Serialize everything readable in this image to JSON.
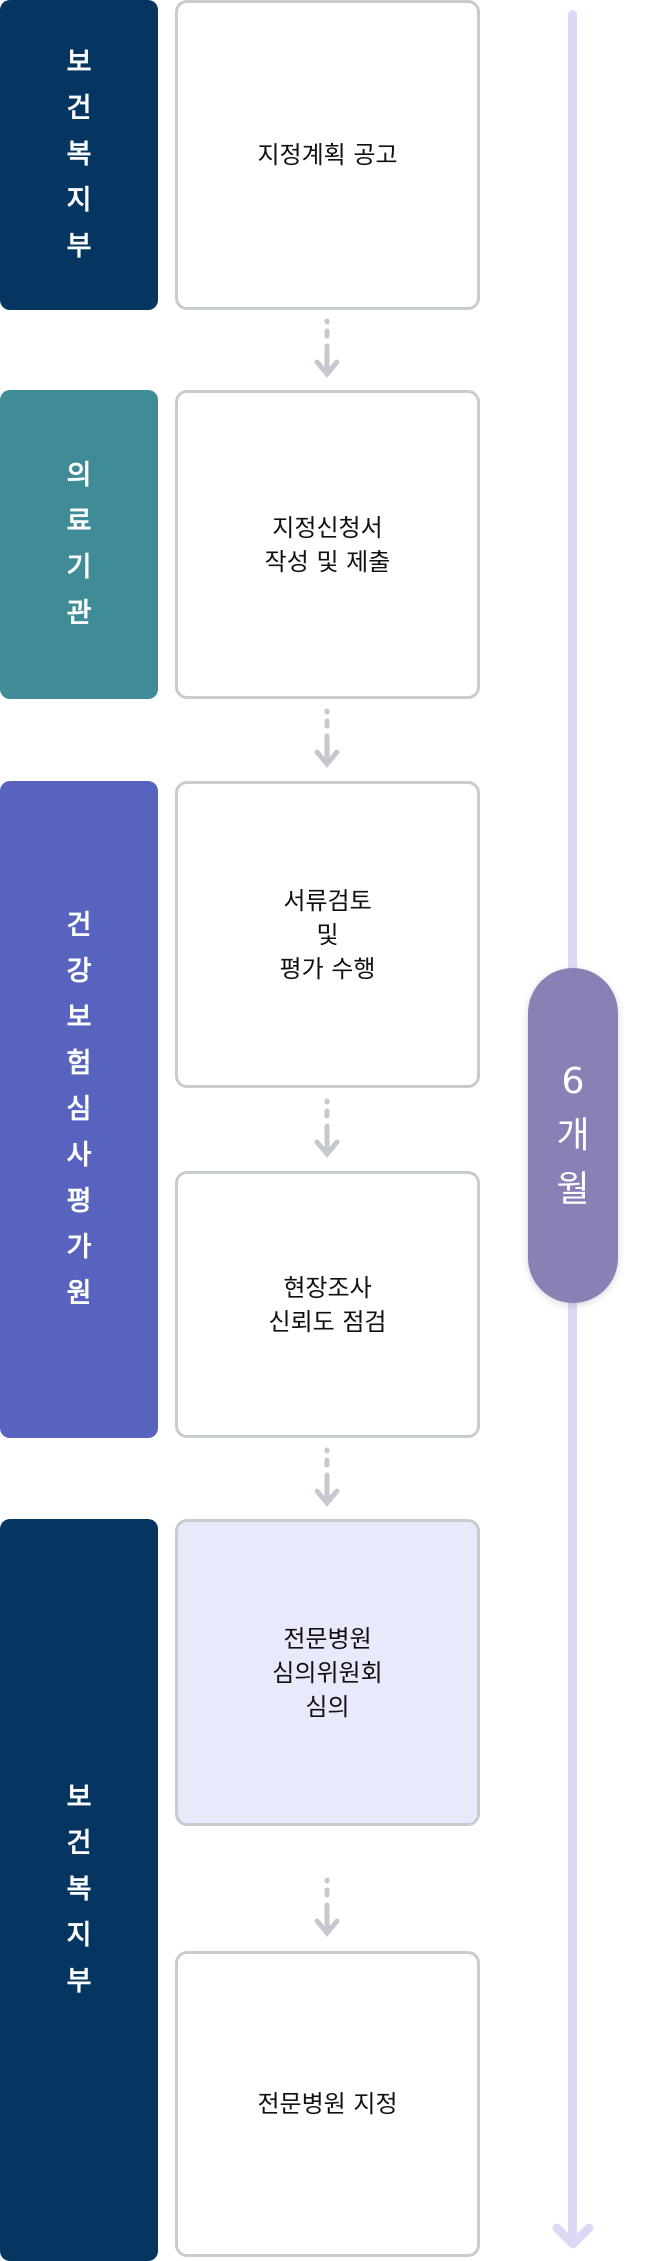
{
  "colors": {
    "mohw": "#053561",
    "hospital": "#3f8b96",
    "hira": "#5763be",
    "pill": "#8b80b6",
    "timeline": "#dcd9f5",
    "highlight": "#e8eafc"
  },
  "orgs": [
    {
      "chars": [
        "보",
        "건",
        "복",
        "지",
        "부"
      ]
    },
    {
      "chars": [
        "의",
        "료",
        "기",
        "관"
      ]
    },
    {
      "chars": [
        "건",
        "강",
        "보",
        "험",
        "심",
        "사",
        "평",
        "가",
        "원"
      ]
    },
    {
      "chars": [
        "보",
        "건",
        "복",
        "지",
        "부"
      ]
    }
  ],
  "steps": [
    {
      "lines": [
        "지정계획 공고"
      ]
    },
    {
      "lines": [
        "지정신청서",
        "작성 및 제출"
      ]
    },
    {
      "lines": [
        "서류검토",
        "및",
        "평가 수행"
      ]
    },
    {
      "lines": [
        "현장조사",
        "신뢰도 점검"
      ]
    },
    {
      "lines": [
        "전문병원",
        "심의위원회",
        "심의"
      ]
    },
    {
      "lines": [
        "전문병원 지정"
      ]
    }
  ],
  "duration": {
    "chars": [
      "6",
      "개",
      "월"
    ]
  }
}
